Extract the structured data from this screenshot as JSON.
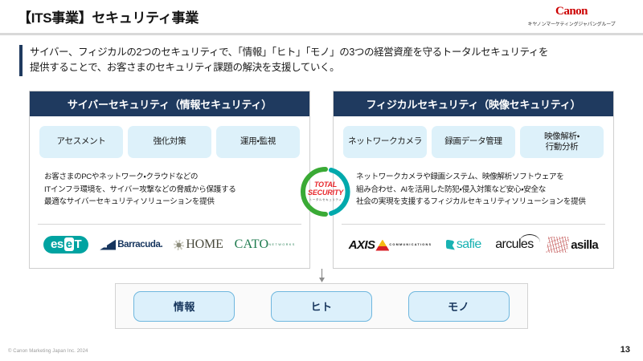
{
  "header": {
    "title": "【ITS事業】セキュリティ事業",
    "brand": "Canon",
    "brand_sub": "キヤノンマーケティングジャパングループ"
  },
  "lead": {
    "line1": "サイバー、フィジカルの2つのセキュリティで、「情報」「ヒト」「モノ」の3つの経営資産を守るトータルセキュリティを",
    "line2": "提供することで、お客さまのセキュリティ課題の解決を支援していく。"
  },
  "badge": {
    "main_line1": "TOTAL",
    "main_line2": "SECURITY",
    "sub": "トータルセキュリティ",
    "arc_left_color": "#3aaa35",
    "arc_right_color": "#00a9ac",
    "text_color": "#e8272c"
  },
  "panels": [
    {
      "id": "cyber",
      "header": "サイバーセキュリティ（情報セキュリティ）",
      "tags": [
        "アセスメント",
        "強化対策",
        "運用・監視"
      ],
      "desc_lines": [
        "お客さまのPCやネットワーク・クラウドなどの",
        "ITインフラ環境を、サイバー攻撃などの脅威から保護する",
        "最適なサイバーセキュリティソリューションを提供"
      ],
      "logos": [
        {
          "name": "eset-logo",
          "text_a": "es",
          "text_b": "e",
          "text_c": "T"
        },
        {
          "name": "barracuda-logo",
          "text": "Barracuda."
        },
        {
          "name": "home-logo",
          "text": "HOME"
        },
        {
          "name": "cato-logo",
          "text": "CATO",
          "sub": "NETWORKS"
        }
      ]
    },
    {
      "id": "physical",
      "header": "フィジカルセキュリティ（映像セキュリティ）",
      "tags": [
        "ネットワークカメラ",
        "録画データ管理",
        "映像解析・\n行動分析"
      ],
      "desc_lines": [
        "ネットワークカメラや録画システム、映像解析ソフトウェアを",
        "組み合わせ、AIを活用した防犯・侵入対策など安心・安全な",
        "社会の実現を支援するフィジカルセキュリティソリューションを提供"
      ],
      "logos": [
        {
          "name": "axis-logo",
          "text": "AXIS",
          "sub": "COMMUNICATIONS"
        },
        {
          "name": "safie-logo",
          "text": "safie"
        },
        {
          "name": "arcules-logo",
          "text": "arcules"
        },
        {
          "name": "asilla-logo",
          "text": "asilla"
        }
      ]
    }
  ],
  "assets": [
    "情報",
    "ヒト",
    "モノ"
  ],
  "footer": {
    "copyright": "© Canon Marketing Japan Inc. 2024",
    "page_number": "13"
  },
  "colors": {
    "navy": "#1f3a5f",
    "tag_bg": "#ddf1fa",
    "asset_bg": "#dcf0fb",
    "asset_border": "#6fb7de",
    "canon_red": "#cc0000"
  }
}
